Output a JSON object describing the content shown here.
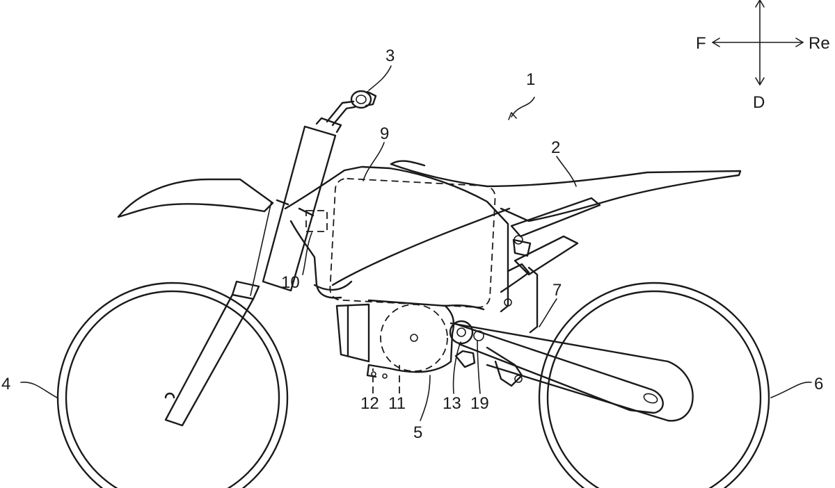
{
  "figure": {
    "direction_indicator": {
      "front": "F",
      "rear": "Re",
      "down": "D"
    },
    "reference_labels": [
      {
        "id": "1"
      },
      {
        "id": "2"
      },
      {
        "id": "3"
      },
      {
        "id": "4"
      },
      {
        "id": "5"
      },
      {
        "id": "6"
      },
      {
        "id": "7"
      },
      {
        "id": "9"
      },
      {
        "id": "10"
      },
      {
        "id": "11"
      },
      {
        "id": "12"
      },
      {
        "id": "13"
      },
      {
        "id": "19"
      }
    ]
  }
}
